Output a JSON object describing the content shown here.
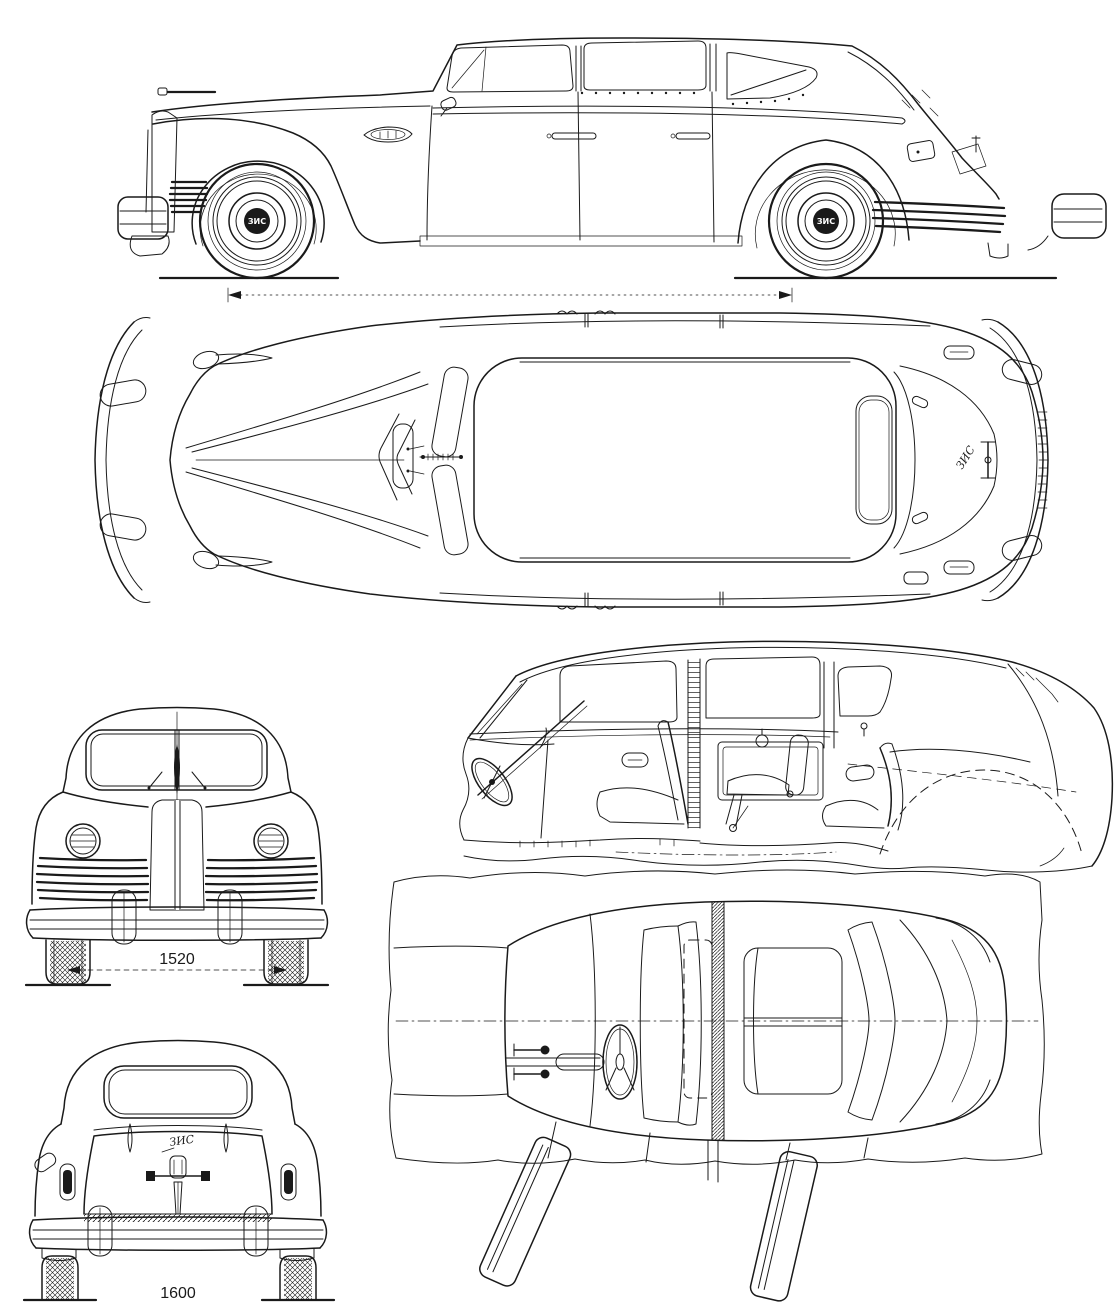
{
  "page": {
    "background": "#ffffff",
    "ink": "#1a1a1a"
  },
  "drawing": {
    "dimensions": {
      "front_track": "1520",
      "rear_track": "1600"
    },
    "marks": {
      "hubcap": "ЗИС",
      "trunk_script": "ЗИС"
    }
  }
}
